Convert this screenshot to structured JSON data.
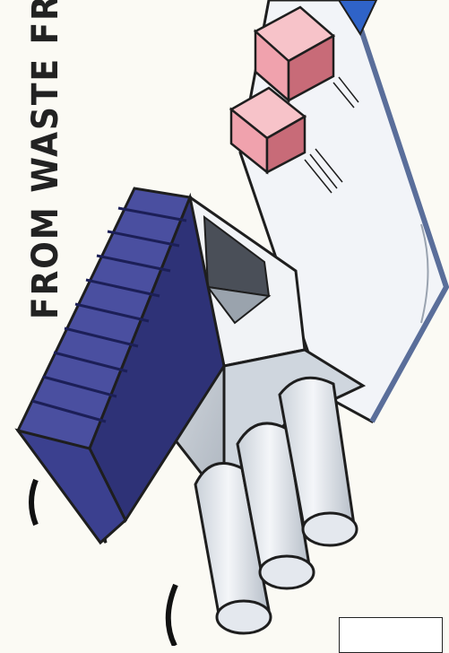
{
  "illustration": {
    "headline": "FROM WASTE FRAC",
    "palette": {
      "background": "#fbfaf4",
      "container_blue": "#4a4fa0",
      "container_dark": "#2e3277",
      "crate_pink": "#f0a2ad",
      "crate_shadow": "#c86b78",
      "conveyor": "#f2f4f8",
      "hopper": "#d7dde3",
      "cylinder": "#e9edf2",
      "ink": "#1e1e1e",
      "accent_blue": "#2f63c8"
    },
    "objects": [
      "shipping-container",
      "hopper",
      "pink-crates",
      "conveyor-belt",
      "storage-cylinders"
    ]
  }
}
